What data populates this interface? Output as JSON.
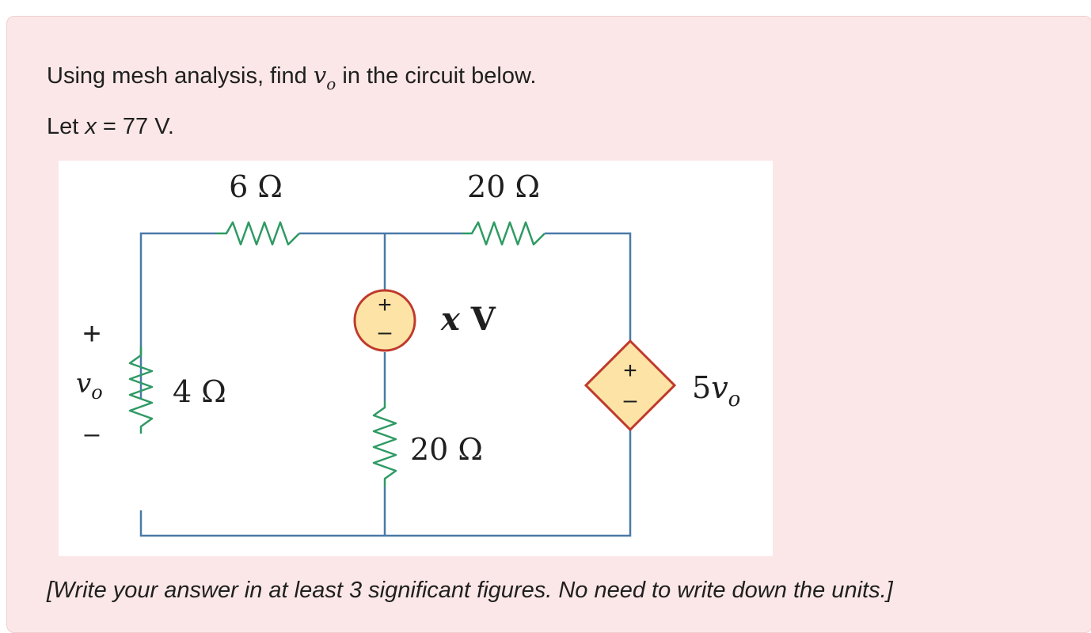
{
  "question": {
    "prefix": "Using mesh analysis, find ",
    "var": "v",
    "var_sub": "o",
    "suffix": " in the circuit below.",
    "given_prefix": "Let ",
    "given_var": "x",
    "given_rest": " = 77 V.",
    "note": "[Write your answer in at least 3 significant figures. No need to write down the units.]"
  },
  "circuit": {
    "r_top_left": "6 Ω",
    "r_top_right": "20 Ω",
    "r_left": "4 Ω",
    "r_middle": "20 Ω",
    "source_label_x": "x",
    "source_label_unit": " V",
    "dep_source_coef": "5",
    "dep_source_var": "v",
    "dep_source_sub": "o",
    "vo_plus": "+",
    "vo_minus": "–",
    "vo_var": "v",
    "vo_sub": "o",
    "src_plus": "+",
    "src_minus": "–",
    "wire_color": "#4a7aa8",
    "resistor_color": "#2e9a63",
    "source_fill": "#fde3a6",
    "source_stroke": "#c0392b"
  }
}
